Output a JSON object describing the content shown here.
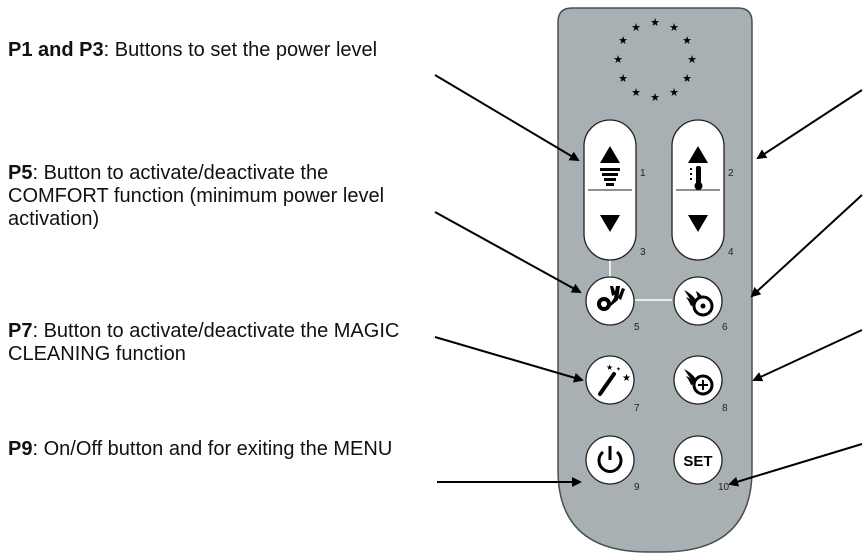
{
  "labels": [
    {
      "code": "P1 and P3",
      "desc": ": Buttons to set the power level"
    },
    {
      "code": "P5",
      "desc": ": Button to activate/deactivate the COMFORT  function  (minimum power level activation)"
    },
    {
      "code": "P7",
      "desc": ": Button to activate/deactivate the MAGIC CLEANING function"
    },
    {
      "code": "P9",
      "desc": ": On/Off button and for exiting the MENU"
    }
  ],
  "remote": {
    "button_numbers": [
      "1",
      "2",
      "3",
      "4",
      "5",
      "6",
      "7",
      "8",
      "9",
      "10"
    ],
    "set_label": "SET",
    "colors": {
      "body": "#a9b0b4",
      "outline": "#4b4f52",
      "button": "#ffffff",
      "ink": "#000000"
    }
  }
}
